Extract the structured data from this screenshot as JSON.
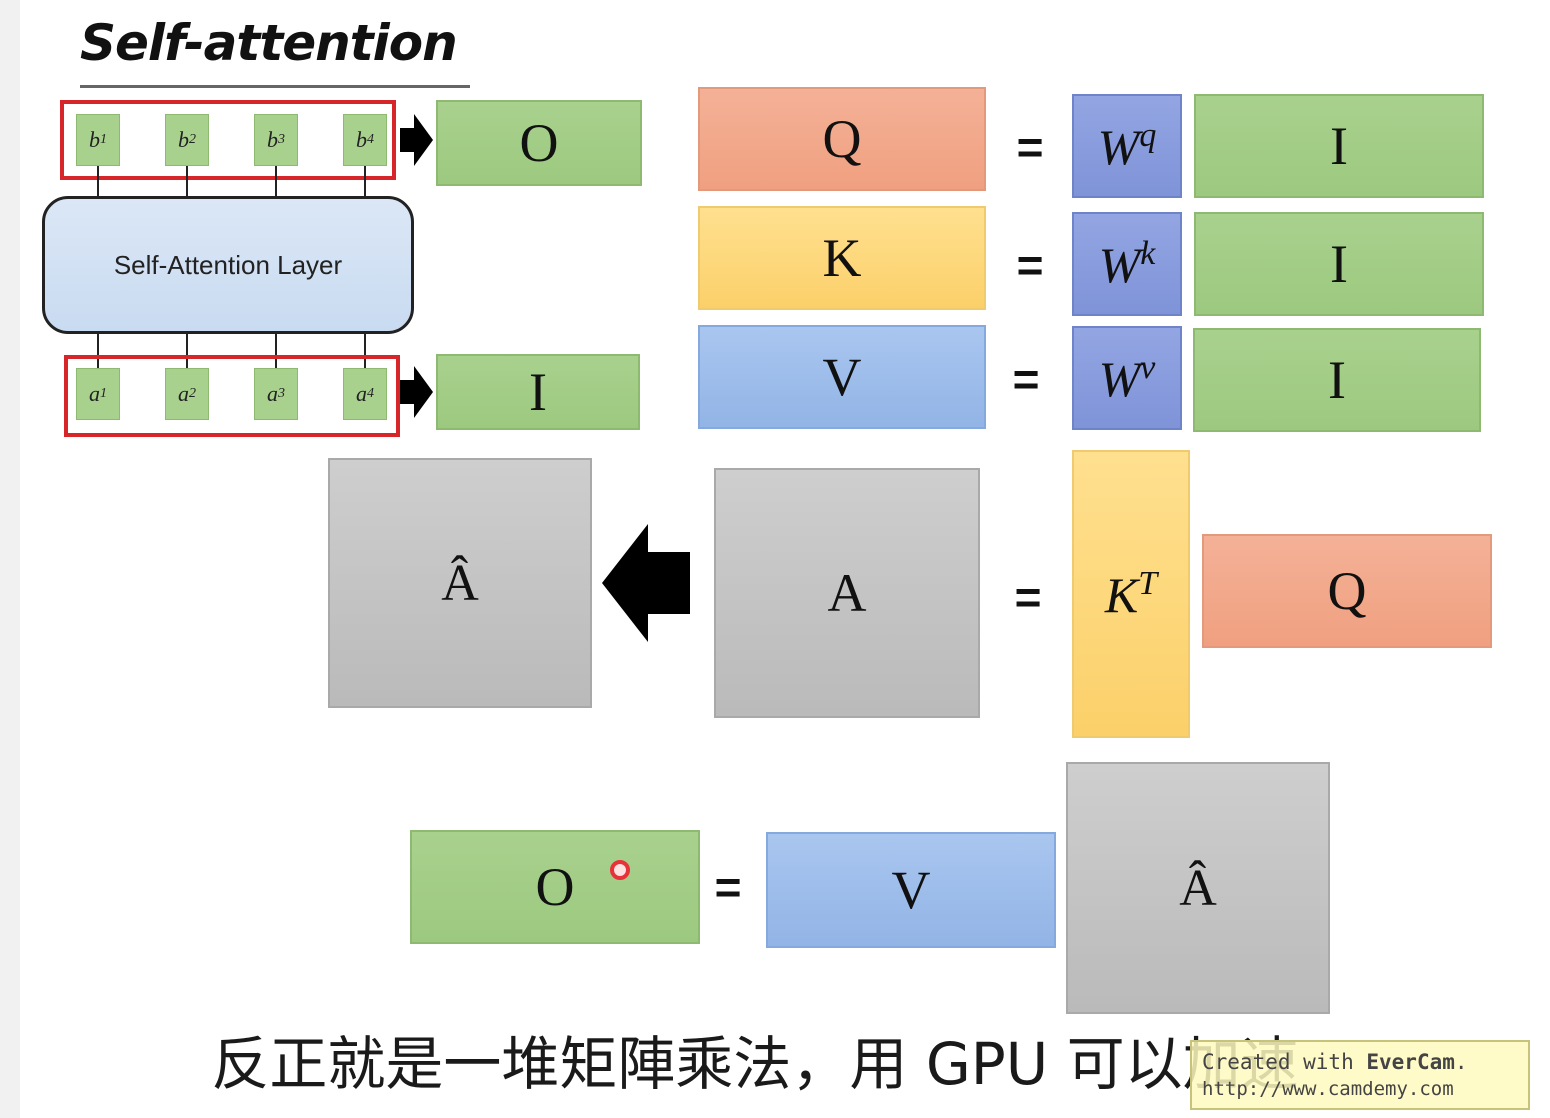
{
  "slide": {
    "title": "Self-attention",
    "layer_label": "Self-Attention Layer",
    "outputs": [
      {
        "base": "b",
        "sup": "1"
      },
      {
        "base": "b",
        "sup": "2"
      },
      {
        "base": "b",
        "sup": "3"
      },
      {
        "base": "b",
        "sup": "4"
      }
    ],
    "inputs": [
      {
        "base": "a",
        "sup": "1"
      },
      {
        "base": "a",
        "sup": "2"
      },
      {
        "base": "a",
        "sup": "3"
      },
      {
        "base": "a",
        "sup": "4"
      }
    ],
    "out_matrix_label": "O",
    "in_matrix_label": "I"
  },
  "equations": {
    "q_row": {
      "lhs": "Q",
      "eq": "=",
      "w_base": "W",
      "w_sup": "q",
      "rhs": "I"
    },
    "k_row": {
      "lhs": "K",
      "eq": "=",
      "w_base": "W",
      "w_sup": "k",
      "rhs": "I"
    },
    "v_row": {
      "lhs": "V",
      "eq": "=",
      "w_base": "W",
      "w_sup": "v",
      "rhs": "I"
    },
    "a_row": {
      "a_hat": "Â",
      "a": "A",
      "eq": "=",
      "kt_base": "K",
      "kt_sup": "T",
      "q": "Q"
    },
    "o_row": {
      "o": "O",
      "eq": "=",
      "v": "V",
      "a_hat": "Â"
    }
  },
  "subtitle": "反正就是一堆矩陣乘法，用 GPU 可以加速",
  "watermark": {
    "line1_prefix": "Created with ",
    "line1_brand": "EverCam",
    "line1_suffix": ".",
    "line2": "http://www.camdemy.com"
  },
  "colors": {
    "green": "#a9d18e",
    "orange": "#f0a080",
    "yellow": "#fbd06a",
    "blue": "#92b4e6",
    "purple": "#7f93d8",
    "gray": "#c4c4c4",
    "red_box": "#d6262a"
  }
}
